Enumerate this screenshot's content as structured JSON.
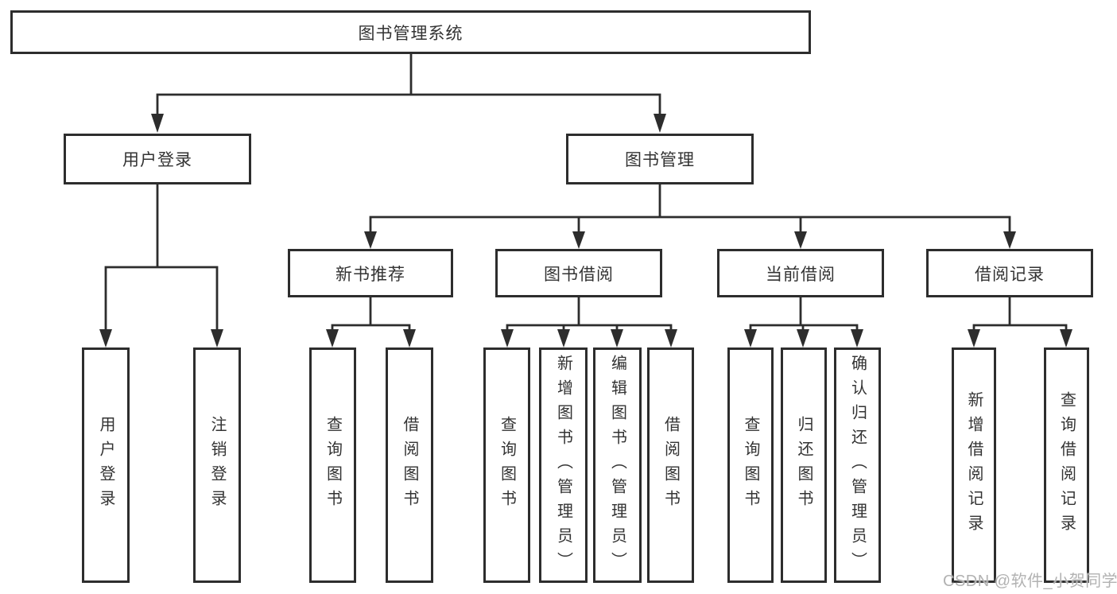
{
  "diagram": {
    "root": {
      "label": "图书管理系统"
    },
    "branches": [
      {
        "label": "用户登录",
        "children": [
          "用户登录",
          "注销登录"
        ]
      },
      {
        "label": "图书管理",
        "sections": [
          {
            "label": "新书推荐",
            "children": [
              "查询图书",
              "借阅图书"
            ]
          },
          {
            "label": "图书借阅",
            "children": [
              "查询图书",
              "新增图书（管理员）",
              "编辑图书（管理员）",
              "借阅图书"
            ]
          },
          {
            "label": "当前借阅",
            "children": [
              "查询图书",
              "归还图书",
              "确认归还（管理员）"
            ]
          },
          {
            "label": "借阅记录",
            "children": [
              "新增借阅记录",
              "查询借阅记录"
            ]
          }
        ]
      }
    ],
    "colors": {
      "line": "#2d2d2d",
      "border": "#2d2d2d",
      "text": "#333333",
      "background": "#ffffff",
      "watermark": "#b2b2b2"
    },
    "watermark": {
      "text": "CSDN @软件_小贺同学"
    }
  }
}
